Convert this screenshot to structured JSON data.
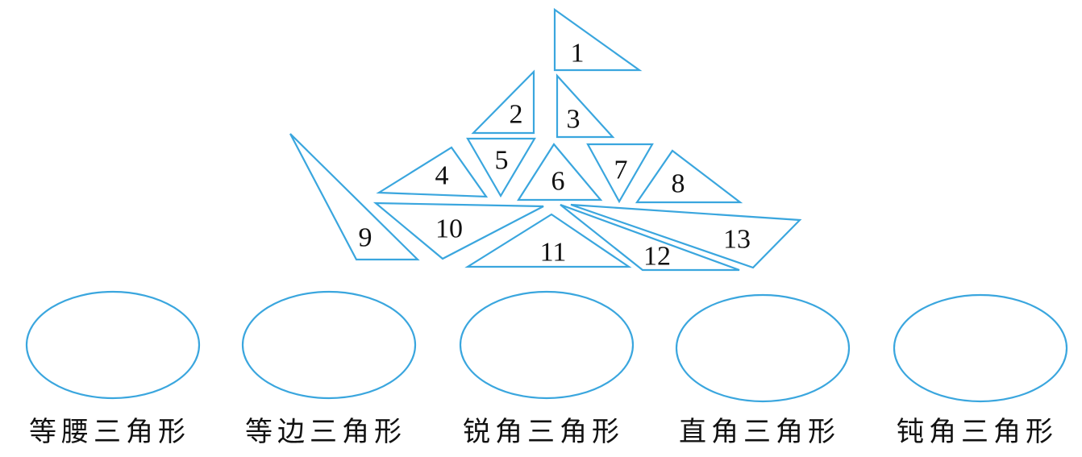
{
  "triangles": [
    {
      "label": "1"
    },
    {
      "label": "2"
    },
    {
      "label": "3"
    },
    {
      "label": "4"
    },
    {
      "label": "5"
    },
    {
      "label": "6"
    },
    {
      "label": "7"
    },
    {
      "label": "8"
    },
    {
      "label": "9"
    },
    {
      "label": "10"
    },
    {
      "label": "11"
    },
    {
      "label": "12"
    },
    {
      "label": "13"
    }
  ],
  "categories": [
    {
      "label": "等腰三角形"
    },
    {
      "label": "等边三角形"
    },
    {
      "label": "锐角三角形"
    },
    {
      "label": "直角三角形"
    },
    {
      "label": "钝角三角形"
    }
  ],
  "colors": {
    "outline": "#3aa6de",
    "text": "#111111",
    "background": "#ffffff"
  }
}
